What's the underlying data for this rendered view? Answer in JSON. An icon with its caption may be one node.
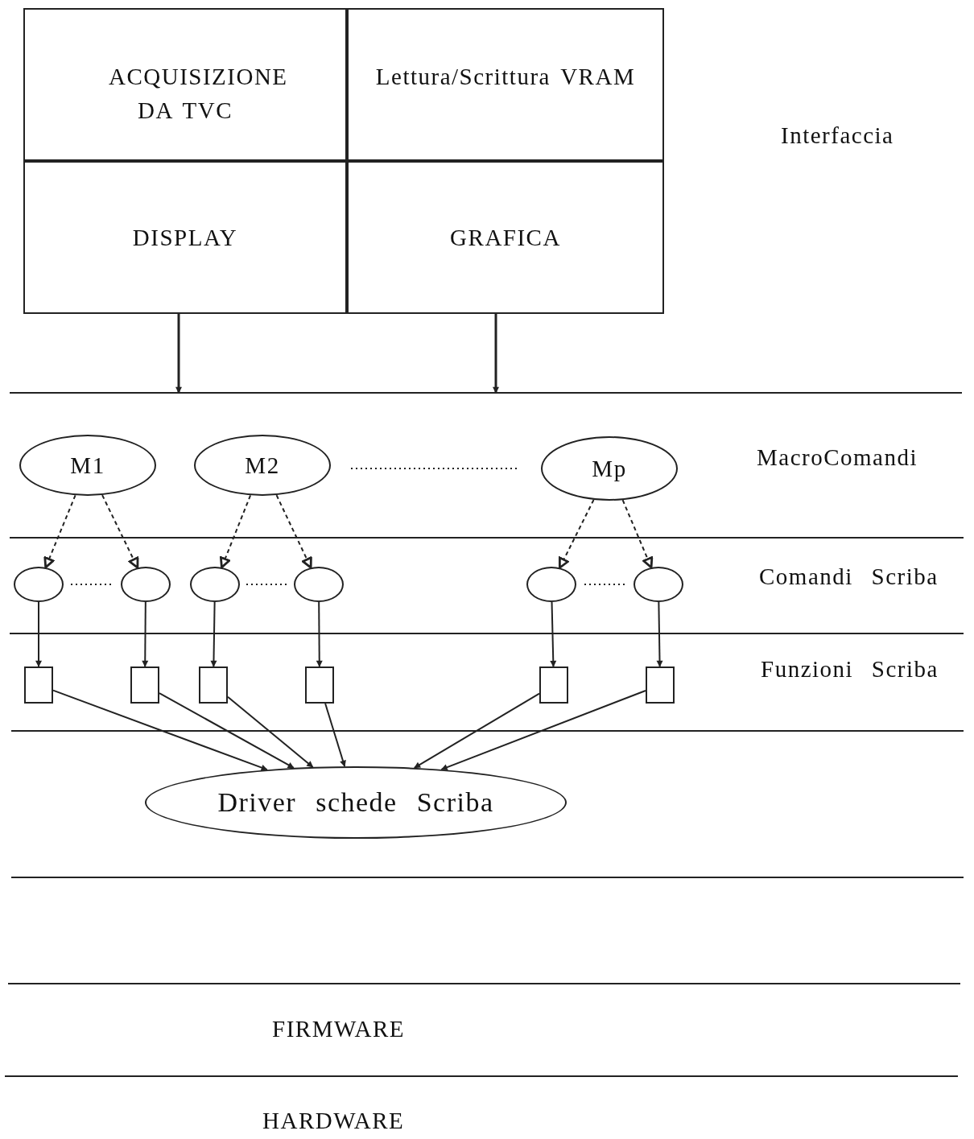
{
  "diagram": {
    "nodes": [
      {
        "text": [
          "ACQUISIZIONE DA TVC"
        ]
      },
      {
        "text": [
          "Lettura/Scrittura VRAM"
        ]
      },
      {
        "text": [
          "DISPLAY"
        ]
      },
      {
        "text": [
          "GRAFICA"
        ]
      },
      {
        "text": [
          "M1"
        ]
      },
      {
        "text": [
          "M2"
        ]
      },
      {
        "text": [
          "Mp"
        ]
      },
      {
        "text": [],
        "shape": "circle"
      },
      {
        "text": [],
        "shape": "circle"
      },
      {
        "text": [],
        "shape": "circle"
      },
      {
        "text": [],
        "shape": "circle"
      },
      {
        "text": [],
        "shape": "circle"
      },
      {
        "text": [],
        "shape": "circle"
      },
      {
        "text": [],
        "shape": "box"
      },
      {
        "text": [],
        "shape": "box"
      },
      {
        "text": [],
        "shape": "box"
      },
      {
        "text": [],
        "shape": "box"
      },
      {
        "text": [],
        "shape": "box"
      },
      {
        "text": [],
        "shape": "box"
      },
      {
        "text": [
          "Driver schede Scriba"
        ]
      }
    ],
    "edges": [
      {
        "from": 2,
        "to": null,
        "arrow": "to"
      },
      {
        "from": 3,
        "to": null,
        "arrow": "to"
      },
      {
        "from": 4,
        "to": 7,
        "arrow": "to",
        "style": "dashed"
      },
      {
        "from": 4,
        "to": 8,
        "arrow": "to",
        "style": "dashed"
      },
      {
        "from": 5,
        "to": 9,
        "arrow": "to",
        "style": "dashed"
      },
      {
        "from": 5,
        "to": 10,
        "arrow": "to",
        "style": "dashed"
      },
      {
        "from": 6,
        "to": 11,
        "arrow": "to",
        "style": "dashed"
      },
      {
        "from": 6,
        "to": 12,
        "arrow": "to",
        "style": "dashed"
      },
      {
        "from": 7,
        "to": 13,
        "arrow": "to"
      },
      {
        "from": 8,
        "to": 14,
        "arrow": "to"
      },
      {
        "from": 9,
        "to": 15,
        "arrow": "to"
      },
      {
        "from": 10,
        "to": 16,
        "arrow": "to"
      },
      {
        "from": 11,
        "to": 17,
        "arrow": "to"
      },
      {
        "from": 12,
        "to": 18,
        "arrow": "to"
      },
      {
        "from": 13,
        "to": 19,
        "arrow": "to"
      },
      {
        "from": 14,
        "to": 19,
        "arrow": "to"
      },
      {
        "from": 15,
        "to": 19,
        "arrow": "to"
      },
      {
        "from": 16,
        "to": 19,
        "arrow": "to"
      },
      {
        "from": 17,
        "to": 19,
        "arrow": "to"
      },
      {
        "from": 18,
        "to": 19,
        "arrow": "to"
      }
    ],
    "labels": [
      "Interfaccia",
      "MacroComandi",
      "Comandi Scriba",
      "Funzioni Scriba",
      "FIRMWARE",
      "HARDWARE"
    ]
  }
}
